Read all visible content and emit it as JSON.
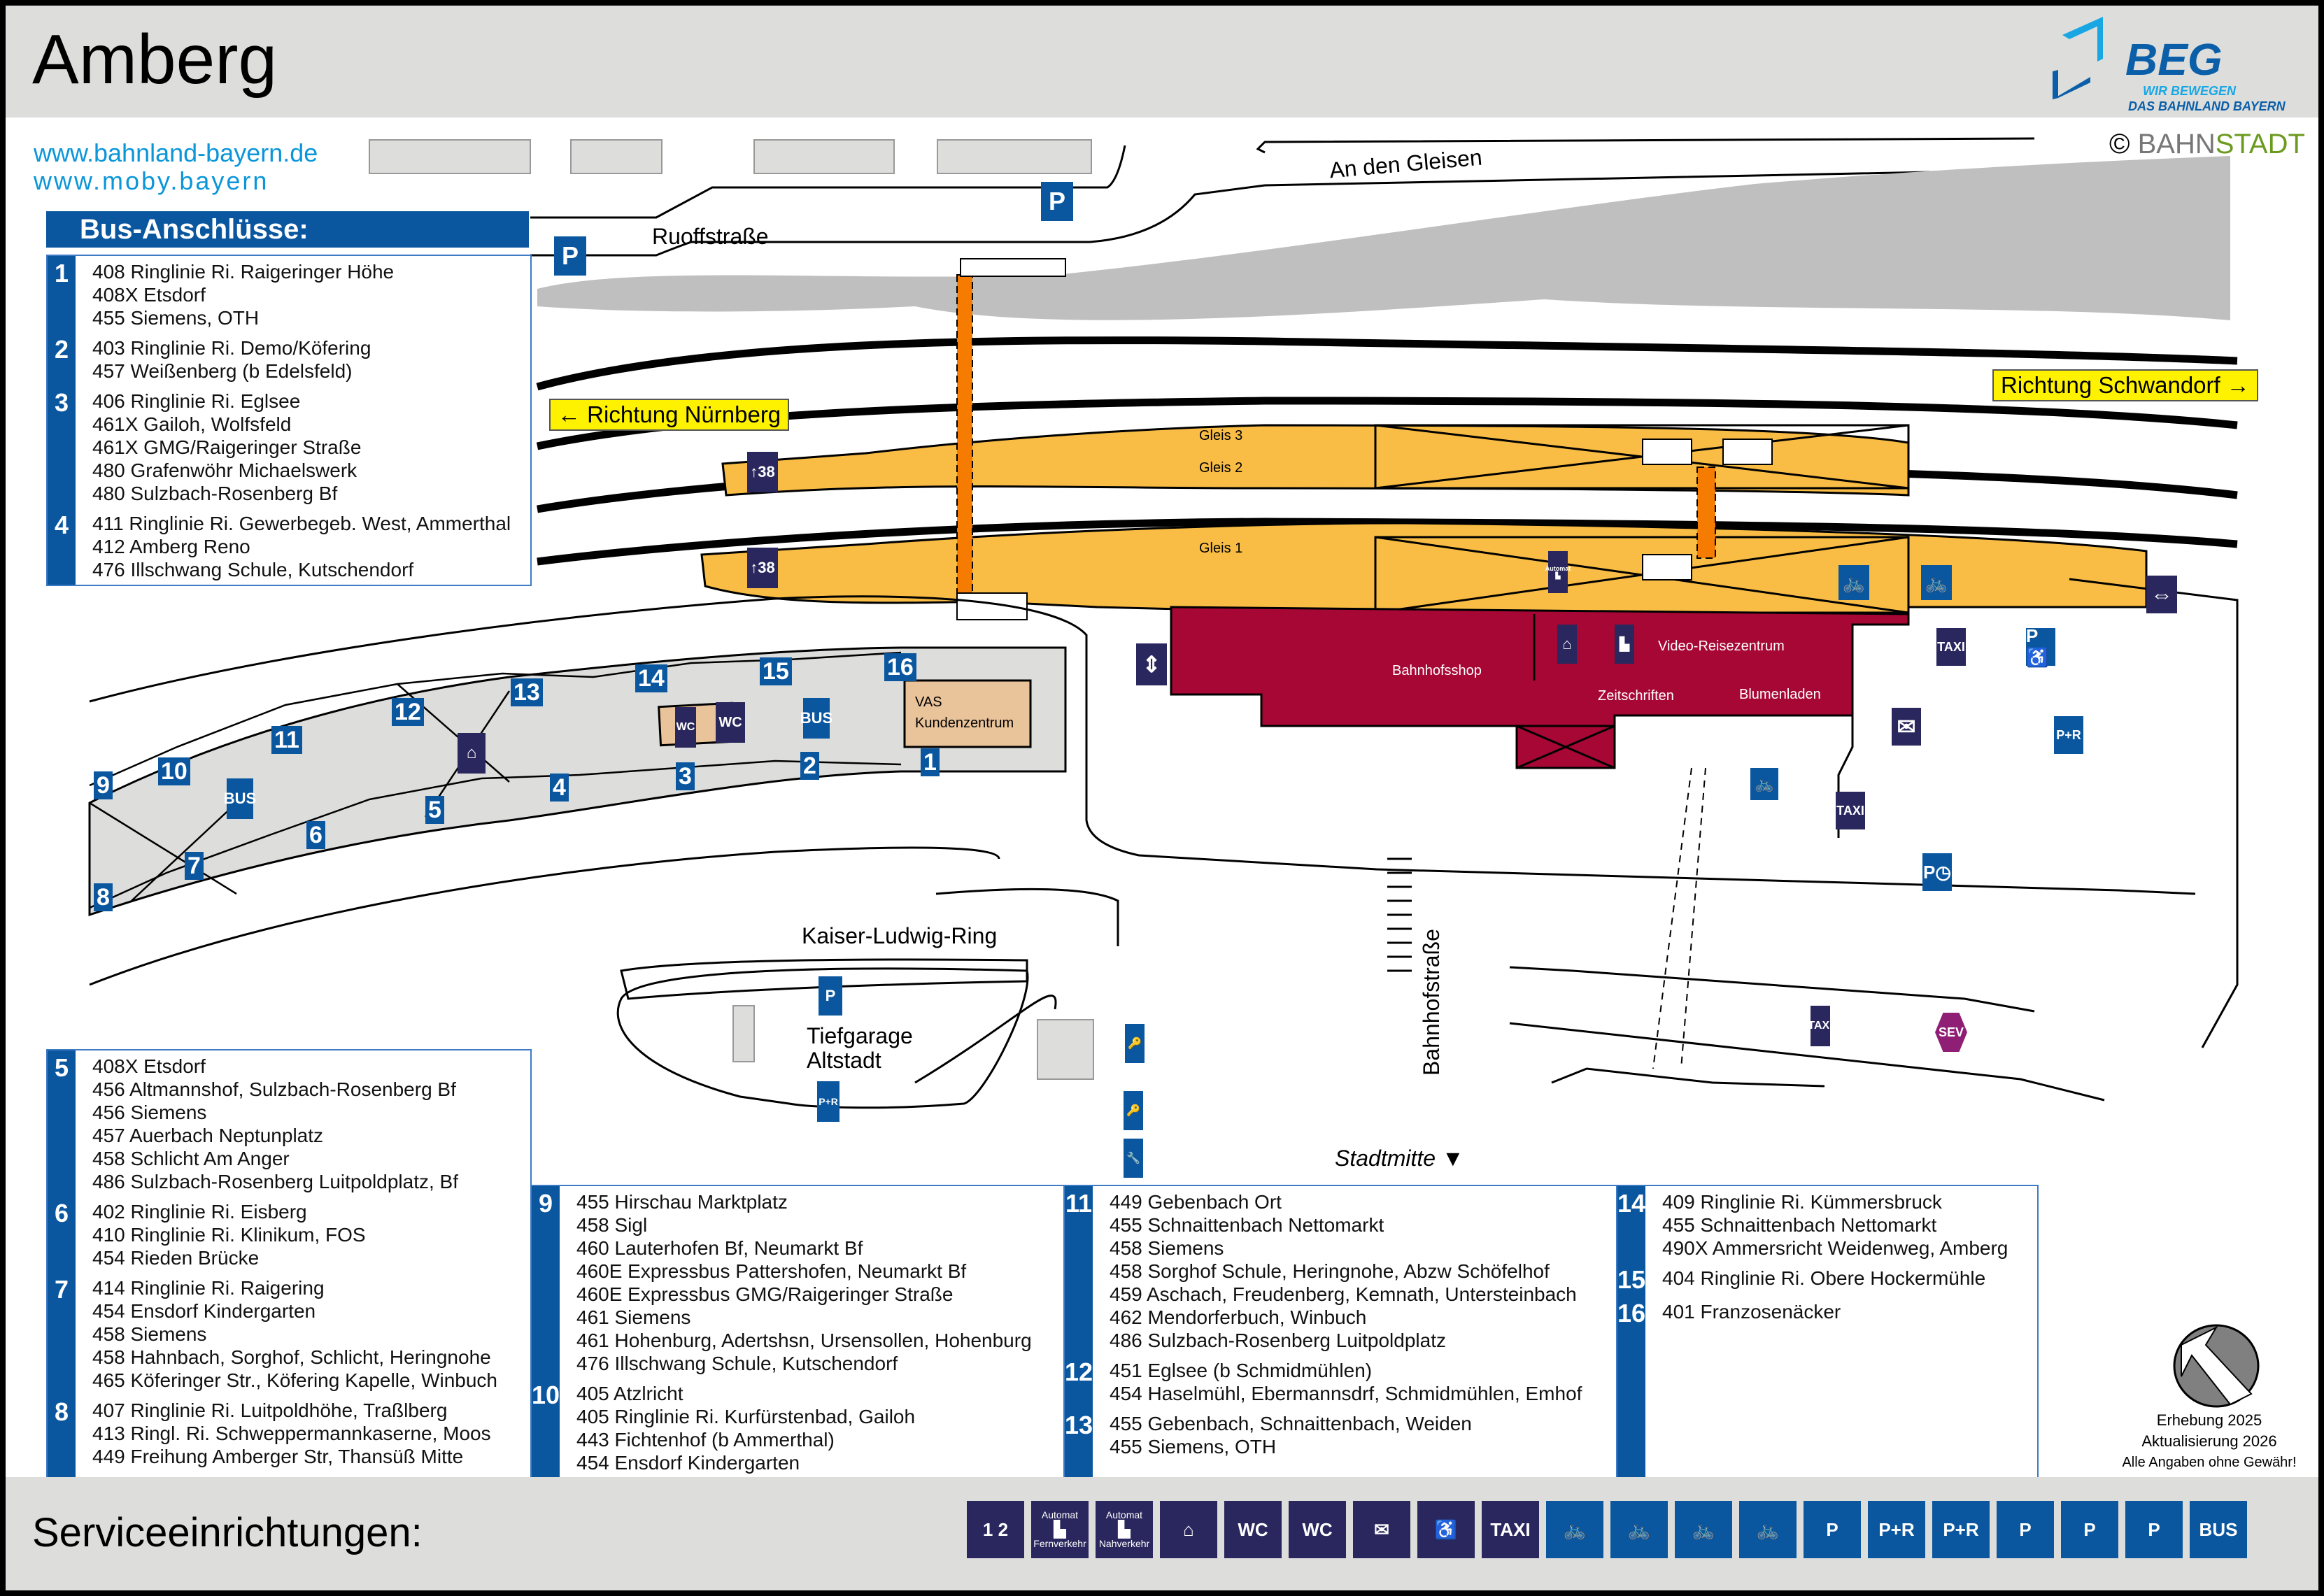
{
  "header": {
    "title": "Amberg",
    "logo": {
      "name": "BEG",
      "tagline_1": "WIR BEWEGEN",
      "tagline_2": "DAS BAHNLAND BAYERN"
    },
    "copyright": {
      "symbol": "©",
      "brand_part_1": "BAHN",
      "brand_part_2": "STADT"
    },
    "links": [
      "www.bahnland-bayern.de",
      "www.moby.bayern"
    ]
  },
  "colors": {
    "platform": "#f9bd45",
    "station_building": "#a70734",
    "bus_area": "#dddddc",
    "sign_blue": "#0a57a0",
    "sign_dark": "#29275d",
    "underpass": "#f57c00",
    "direction_sign": "#fff200",
    "sev": "#8e1f74",
    "kundenzentrum": "#e9c39a"
  },
  "bus_connections": {
    "title": "Bus-Anschlüsse:",
    "stops": [
      {
        "number": "1",
        "lines": [
          "408 Ringlinie Ri. Raigeringer Höhe",
          "408X Etsdorf",
          "455 Siemens, OTH"
        ]
      },
      {
        "number": "2",
        "lines": [
          "403 Ringlinie Ri. Demo/Köfering",
          "457 Weißenberg (b Edelsfeld)"
        ]
      },
      {
        "number": "3",
        "lines": [
          "406 Ringlinie Ri. Eglsee",
          "461X Gailoh, Wolfsfeld",
          "461X GMG/Raigeringer Straße",
          "480 Grafenwöhr Michaelswerk",
          "480 Sulzbach-Rosenberg Bf"
        ]
      },
      {
        "number": "4",
        "lines": [
          "411 Ringlinie Ri. Gewerbegeb. West, Ammerthal",
          "412 Amberg Reno",
          "476 Illschwang Schule, Kutschendorf"
        ]
      },
      {
        "number": "5",
        "lines": [
          "408X Etsdorf",
          "456 Altmannshof, Sulzbach-Rosenberg Bf",
          "456 Siemens",
          "457 Auerbach Neptunplatz",
          "458 Schlicht Am Anger",
          "486 Sulzbach-Rosenberg Luitpoldplatz, Bf"
        ]
      },
      {
        "number": "6",
        "lines": [
          "402 Ringlinie Ri. Eisberg",
          "410 Ringlinie Ri. Klinikum, FOS",
          "454 Rieden Brücke"
        ]
      },
      {
        "number": "7",
        "lines": [
          "414 Ringlinie Ri. Raigering",
          "454 Ensdorf Kindergarten",
          "458 Siemens",
          "458 Hahnbach, Sorghof, Schlicht, Heringnohe",
          "465 Köferinger Str., Köfering Kapelle, Winbuch"
        ]
      },
      {
        "number": "8",
        "lines": [
          "407 Ringlinie Ri. Luitpoldhöhe, Traßlberg",
          "413 Ringl. Ri. Schweppermannkaserne, Moos",
          "449 Freihung Amberger Str, Thansüß Mitte"
        ]
      },
      {
        "number": "9",
        "lines": [
          "455 Hirschau Marktplatz",
          "458 Sigl",
          "460 Lauterhofen Bf, Neumarkt Bf",
          "460E Expressbus Pattershofen, Neumarkt Bf",
          "460E Expressbus GMG/Raigeringer Straße",
          "461 Siemens",
          "461 Hohenburg, Adertshsn, Ursensollen, Hohenburg",
          "476 Illschwang Schule, Kutschendorf"
        ]
      },
      {
        "number": "10",
        "lines": [
          "405 Atzlricht",
          "405 Ringlinie Ri. Kurfürstenbad, Gailoh",
          "443 Fichtenhof (b Ammerthal)",
          "454 Ensdorf Kindergarten"
        ]
      },
      {
        "number": "11",
        "lines": [
          "449 Gebenbach Ort",
          "455 Schnaittenbach Nettomarkt",
          "458 Siemens",
          "458 Sorghof Schule, Heringnohe, Abzw Schöfelhof",
          "459 Aschach, Freudenberg, Kemnath, Untersteinbach",
          "462 Mendorferbuch, Winbuch",
          "486 Sulzbach-Rosenberg Luitpoldplatz"
        ]
      },
      {
        "number": "12",
        "lines": [
          "451 Eglsee (b Schmidmühlen)",
          "454 Haselmühl, Ebermannsdrf, Schmidmühlen, Emhof"
        ]
      },
      {
        "number": "13",
        "lines": [
          "455 Gebenbach, Schnaittenbach, Weiden",
          "455 Siemens, OTH"
        ]
      },
      {
        "number": "14",
        "lines": [
          "409 Ringlinie Ri. Kümmersbruck",
          "455 Schnaittenbach Nettomarkt",
          "490X Ammersricht Weidenweg, Amberg"
        ]
      },
      {
        "number": "15",
        "lines": [
          "404 Ringlinie Ri. Obere Hockermühle"
        ]
      },
      {
        "number": "16",
        "lines": [
          "401 Franzosenäcker"
        ]
      }
    ]
  },
  "map": {
    "streets": {
      "ruoff": "Ruoffstraße",
      "gleisen": "An den Gleisen",
      "kaiser": "Kaiser-Ludwig-Ring",
      "bahnhof": "Bahnhofstraße"
    },
    "directions": {
      "nuernberg": "Richtung Nürnberg",
      "schwandorf": "Richtung Schwandorf",
      "stadtmitte": "Stadtmitte"
    },
    "tracks": {
      "gleis3": "Gleis 3",
      "gleis2": "Gleis 2",
      "gleis1": "Gleis 1"
    },
    "platform_height": "38",
    "shops": {
      "bahnhofsshop": "Bahnhofsshop",
      "video": "Video-Reisezentrum",
      "zeitschriften": "Zeitschriften",
      "blumenladen": "Blumenladen"
    },
    "vas": {
      "line1": "VAS",
      "line2": "Kundenzentrum"
    },
    "tiefgarage": {
      "line1": "Tiefgarage",
      "line2": "Altstadt"
    },
    "automat_label": "Automat",
    "bus_stop_numbers": [
      "1",
      "2",
      "3",
      "4",
      "5",
      "6",
      "7",
      "8",
      "9",
      "10",
      "11",
      "12",
      "13",
      "14",
      "15",
      "16"
    ],
    "sign_labels": {
      "p": "P",
      "bus": "BUS",
      "wc": "WC",
      "taxi": "TAXI",
      "pr": "P+R",
      "sev": "SEV"
    }
  },
  "credits": {
    "survey": "Erhebung 2025",
    "update": "Aktualisierung 2026",
    "disclaimer": "Alle Angaben ohne Gewähr!"
  },
  "footer": {
    "label": "Serviceeinrichtungen:",
    "services": [
      {
        "icon": "ticket-office-icon",
        "label": "1 2",
        "style": "dark"
      },
      {
        "icon": "ticket-machine-long-distance-icon",
        "label": "Automat",
        "sub": "Fernverkehr",
        "style": "dark"
      },
      {
        "icon": "ticket-machine-regional-icon",
        "label": "Automat",
        "sub": "Nahverkehr",
        "style": "dark"
      },
      {
        "icon": "waiting-room-icon",
        "label": "",
        "style": "dark"
      },
      {
        "icon": "accessible-wc-icon",
        "label": "WC",
        "style": "dark"
      },
      {
        "icon": "wc-icon",
        "label": "WC",
        "style": "dark"
      },
      {
        "icon": "mailbox-icon",
        "label": "✉",
        "style": "dark"
      },
      {
        "icon": "wheelchair-lift-icon",
        "label": "♿",
        "style": "dark"
      },
      {
        "icon": "taxi-icon",
        "label": "TAXI",
        "style": "dark"
      },
      {
        "icon": "bike-repair-station-icon",
        "label": "",
        "style": "blue"
      },
      {
        "icon": "bike-box-locker-icon",
        "label": "",
        "style": "blue"
      },
      {
        "icon": "covered-bike-parking-icon",
        "label": "",
        "style": "blue"
      },
      {
        "icon": "bike-parking-icon",
        "label": "",
        "style": "blue"
      },
      {
        "icon": "accessible-parking-icon",
        "label": "P",
        "style": "blue"
      },
      {
        "icon": "covered-park-and-ride-icon",
        "label": "P+R",
        "style": "blue"
      },
      {
        "icon": "park-and-ride-icon",
        "label": "P+R",
        "style": "blue"
      },
      {
        "icon": "parking-icon",
        "label": "P",
        "style": "blue"
      },
      {
        "icon": "short-term-parking-icon",
        "label": "P",
        "style": "blue"
      },
      {
        "icon": "ev-charging-parking-icon",
        "label": "P",
        "style": "blue"
      },
      {
        "icon": "bus-icon",
        "label": "BUS",
        "style": "blue"
      }
    ]
  }
}
